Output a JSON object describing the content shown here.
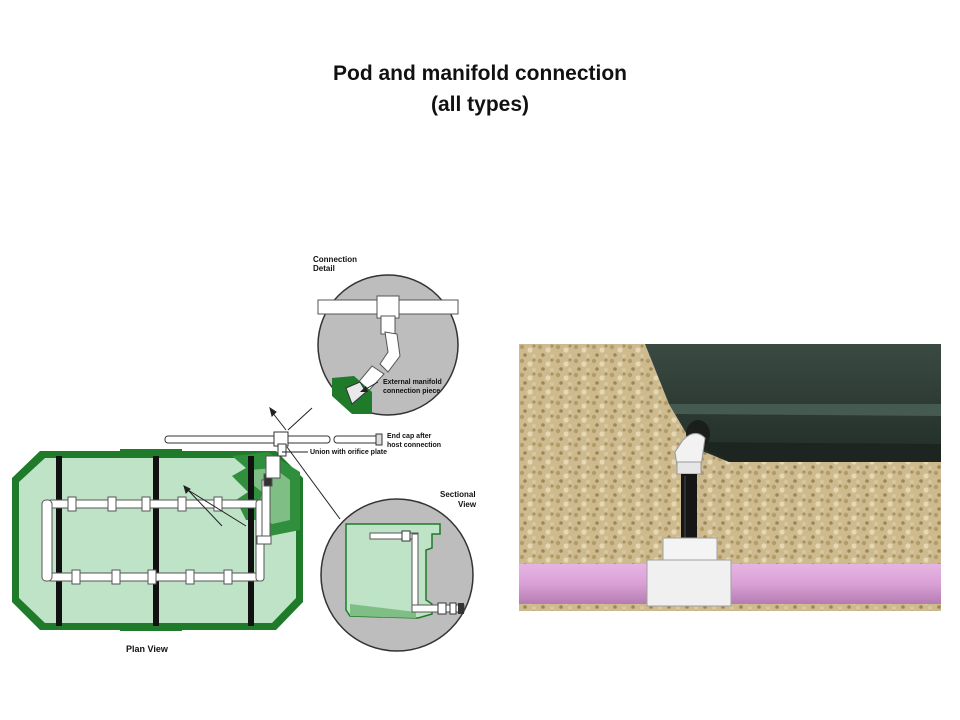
{
  "slide": {
    "title_line1": "Pod and manifold connection",
    "title_line2": "(all types)"
  },
  "diagram": {
    "connection_detail_line1": "Connection",
    "connection_detail_line2": "Detail",
    "external_manifold_line1": "External manifold",
    "external_manifold_line2": "connection piece",
    "end_cap_line1": "End cap after",
    "end_cap_line2": "host connection",
    "union_label": "Union with orifice plate",
    "sectional_view_line1": "Sectional",
    "sectional_view_line2": "View",
    "plan_view_label": "Plan View"
  },
  "colors": {
    "tank_fill": "#bfe3c7",
    "tank_border": "#1f7a2a",
    "dark_green": "#2f8f3c",
    "medium_green": "#7fbf86",
    "circle_fill": "#bdbdbd",
    "pipe_white": "#ffffff",
    "gravel": "#cdbb8f",
    "pod_dark": "#2c3a33",
    "pink_pipe": "#d9a0d6"
  },
  "photo": {
    "subject": "Pink manifold pipe with white tee connected by black riser and white elbow to dark green pod on gravel"
  }
}
